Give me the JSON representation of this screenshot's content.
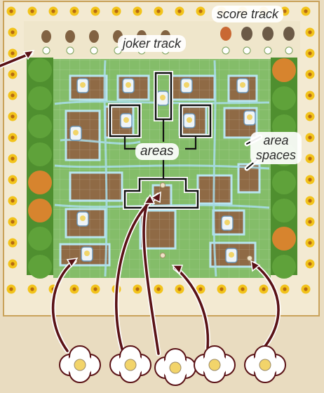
{
  "labels": {
    "score_track": "score track",
    "joker_track": "joker track",
    "areas": "areas",
    "area_spaces_line1": "area",
    "area_spaces_line2": "spaces"
  },
  "colors": {
    "paper": "#e9dcc0",
    "frame": "#f3ead2",
    "grass_light": "#93c873",
    "grass_dark": "#6fae57",
    "soil": "#8f6a45",
    "water": "#9fd8e8",
    "arrow": "#5a1216",
    "flower": "#f2c31b",
    "hedge": "#4f8f2f",
    "hedge_orange": "#d7842e"
  },
  "icons": {
    "joker_track": [
      "butterfly-icon",
      "snail-icon",
      "beetle-icon",
      "lizard-icon",
      "bird-icon",
      "snake-icon"
    ],
    "score_track": [
      "squirrel-icon",
      "bird-icon",
      "owl-icon",
      "badger-icon"
    ]
  },
  "gardener_token": "gardener-token-icon",
  "cloud_tiles": [
    "cloud-tile-icon",
    "cloud-tile-icon",
    "cloud-tile-icon",
    "cloud-tile-icon",
    "cloud-tile-icon"
  ]
}
